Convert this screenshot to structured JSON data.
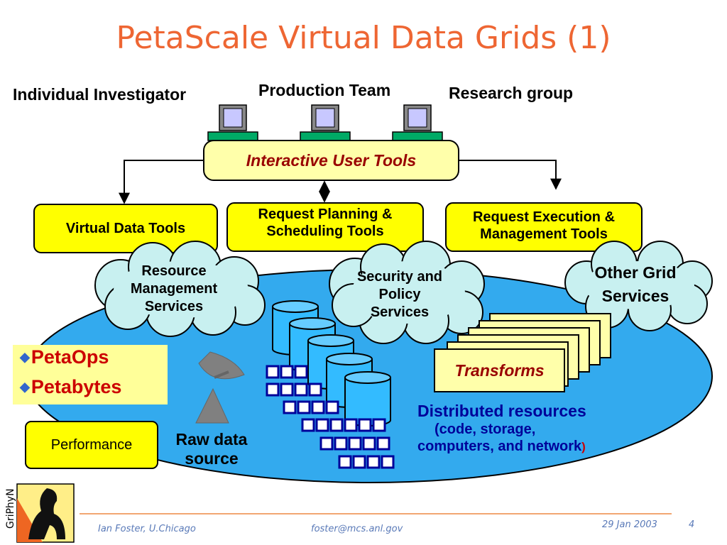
{
  "slide": {
    "title": "PetaScale Virtual Data Grids (1)",
    "users": {
      "individual": "Individual Investigator",
      "production": "Production Team",
      "research": "Research group"
    },
    "boxes": {
      "interactive": "Interactive User Tools",
      "virtual_data": "Virtual Data Tools",
      "planning_line1": "Request Planning &",
      "planning_line2": "Scheduling Tools",
      "execution_line1": "Request Execution &",
      "execution_line2": "Management Tools",
      "performance": "Performance",
      "transforms": "Transforms"
    },
    "clouds": {
      "resource": [
        "Resource",
        "Management",
        "Services"
      ],
      "security": [
        "Security and",
        "Policy",
        "Services"
      ],
      "other": [
        "Other Grid",
        "Services"
      ]
    },
    "peta": {
      "ops": "PetaOps",
      "bytes": "Petabytes"
    },
    "raw_source": [
      "Raw data",
      "source"
    ],
    "distributed": {
      "title": "Distributed resources",
      "line2": "(code, storage,",
      "line3": "computers, and network",
      "line3_end": ")"
    },
    "logo_text": "GriPhyN",
    "footer": {
      "author": "Ian Foster, U.Chicago",
      "email": "foster@mcs.anl.gov",
      "date": "29 Jan 2003",
      "page": "4"
    }
  },
  "colors": {
    "title": "#ee6633",
    "box_fill": "#ffff00",
    "interactive_fill": "#ffffaa",
    "ellipse_fill": "#33aaee",
    "cloud_fill": "#c8f0f0",
    "transforms_fill": "#ffffaa",
    "accent_red": "#cc0000",
    "dark_red": "#990000",
    "distributed_text": "#000099",
    "footer_text": "#5a7ab8",
    "footer_line": "#ee8844",
    "terminal_base": "#00aa66",
    "screen": "#c8c8ff"
  }
}
